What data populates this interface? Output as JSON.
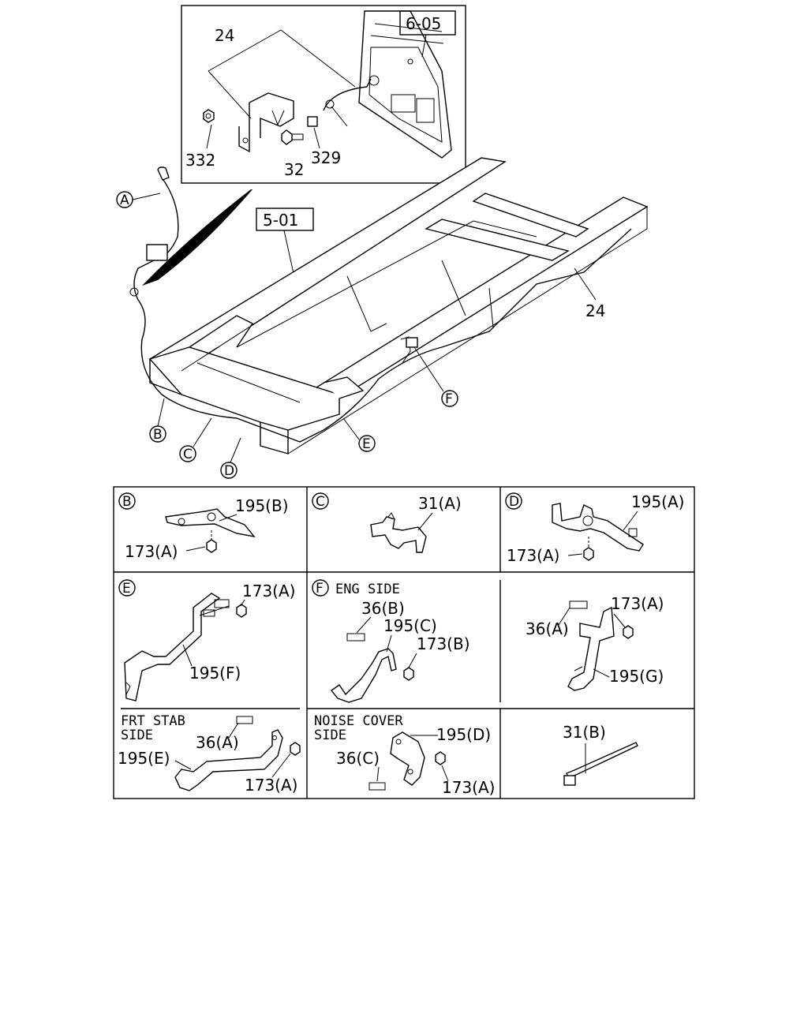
{
  "main_view": {
    "ref_6_05": "6-05",
    "ref_5_01": "5-01",
    "inset_part_24": "24",
    "inset_part_332": "332",
    "inset_part_32": "32",
    "inset_part_329": "329",
    "cable_part_24": "24",
    "callouts": {
      "A": "A",
      "B": "B",
      "C": "C",
      "D": "D",
      "E": "E",
      "F": "F"
    }
  },
  "details": {
    "B": {
      "letter": "B",
      "p1": "195(B)",
      "p2": "173(A)"
    },
    "C": {
      "letter": "C",
      "p1": "31(A)"
    },
    "D": {
      "letter": "D",
      "p1": "195(A)",
      "p2": "173(A)"
    },
    "E": {
      "letter": "E",
      "p1": "173(A)",
      "p2": "195(F)"
    },
    "F": {
      "letter": "F",
      "title": "ENG SIDE",
      "p1": "36(B)",
      "p2": "195(C)",
      "p3": "173(B)"
    },
    "F2": {
      "p1": "173(A)",
      "p2": "36(A)",
      "p3": "195(G)"
    },
    "E2": {
      "title1": "FRT STAB",
      "title2": "SIDE",
      "p1": "36(A)",
      "p2": "195(E)",
      "p3": "173(A)"
    },
    "N": {
      "title1": "NOISE COVER",
      "title2": "SIDE",
      "p1": "195(D)",
      "p2": "36(C)",
      "p3": "173(A)"
    },
    "T": {
      "p1": "31(B)"
    }
  }
}
